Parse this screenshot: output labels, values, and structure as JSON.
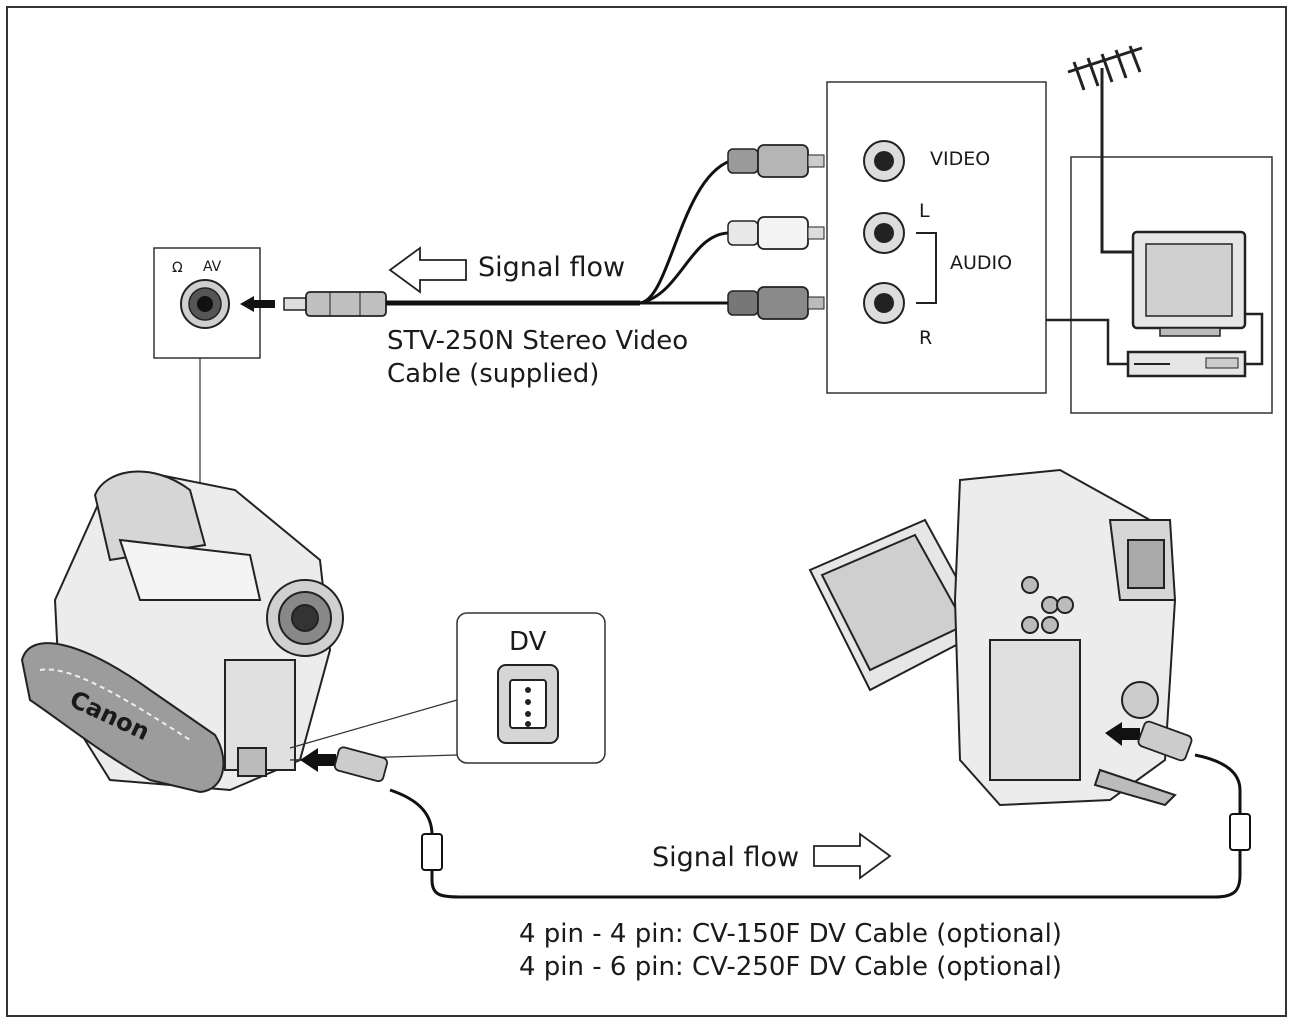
{
  "panel": {
    "av_terminal": {
      "label": "AV",
      "headphone_symbol": "Ω"
    },
    "signal_flow_top": "Signal flow",
    "stereo_cable": {
      "line1": "STV-250N Stereo Video",
      "line2": "Cable (supplied)"
    },
    "tv_inputs": {
      "video": "VIDEO",
      "left": "L",
      "audio": "AUDIO",
      "right": "R"
    },
    "dv_terminal": {
      "label": "DV"
    },
    "brand": "Canon",
    "signal_flow_bottom": "Signal flow",
    "dv_cables": {
      "line1": "4 pin - 4 pin: CV-150F DV Cable (optional)",
      "line2": "4 pin - 6 pin: CV-250F DV Cable (optional)"
    }
  },
  "icons": [
    "headphone-icon",
    "av-jack-icon",
    "rca-jack-icon",
    "antenna-icon",
    "tv-icon",
    "vcr-icon",
    "camcorder-icon",
    "dv-port-icon",
    "arrow-icon"
  ]
}
